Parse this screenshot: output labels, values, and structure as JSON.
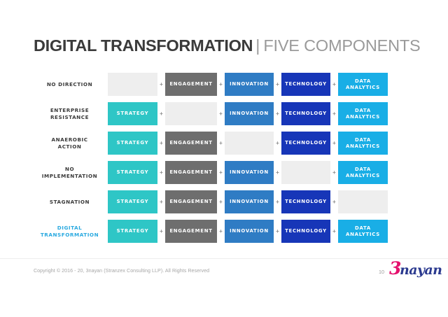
{
  "title": {
    "main": "DIGITAL TRANSFORMATION",
    "separator": "|",
    "sub": "FIVE COMPONENTS"
  },
  "colors": {
    "strategy": "#2ec6c6",
    "engagement": "#6e6e6e",
    "innovation": "#2f7cc4",
    "technology": "#1736b8",
    "data_analytics": "#19aee6",
    "empty": "#eeeeee",
    "title_main": "#3b3b3b",
    "title_sub": "#9a9a9a",
    "highlight_label": "#29a9e0",
    "logo_pink": "#e5106d",
    "logo_blue": "#2b3a8f"
  },
  "components": [
    {
      "key": "strategy",
      "label": "STRATEGY"
    },
    {
      "key": "engagement",
      "label": "ENGAGEMENT"
    },
    {
      "key": "innovation",
      "label": "INNOVATION"
    },
    {
      "key": "technology",
      "label": "TECHNOLOGY"
    },
    {
      "key": "data_analytics",
      "label": "DATA\nANALYTICS"
    }
  ],
  "separator_symbol": "+",
  "rows": [
    {
      "label": "NO DIRECTION",
      "highlight": false,
      "cells": [
        {
          "label": "",
          "present": false,
          "color": "#eeeeee"
        },
        {
          "label": "ENGAGEMENT",
          "present": true,
          "color": "#6e6e6e"
        },
        {
          "label": "INNOVATION",
          "present": true,
          "color": "#2f7cc4"
        },
        {
          "label": "TECHNOLOGY",
          "present": true,
          "color": "#1736b8"
        },
        {
          "label": "DATA ANALYTICS",
          "present": true,
          "color": "#19aee6"
        }
      ]
    },
    {
      "label": "ENTERPRISE RESISTANCE",
      "highlight": false,
      "cells": [
        {
          "label": "STRATEGY",
          "present": true,
          "color": "#2ec6c6"
        },
        {
          "label": "",
          "present": false,
          "color": "#eeeeee"
        },
        {
          "label": "INNOVATION",
          "present": true,
          "color": "#2f7cc4"
        },
        {
          "label": "TECHNOLOGY",
          "present": true,
          "color": "#1736b8"
        },
        {
          "label": "DATA ANALYTICS",
          "present": true,
          "color": "#19aee6"
        }
      ]
    },
    {
      "label": "ANAEROBIC ACTION",
      "highlight": false,
      "cells": [
        {
          "label": "STRATEGY",
          "present": true,
          "color": "#2ec6c6"
        },
        {
          "label": "ENGAGEMENT",
          "present": true,
          "color": "#6e6e6e"
        },
        {
          "label": "",
          "present": false,
          "color": "#eeeeee"
        },
        {
          "label": "TECHNOLOGY",
          "present": true,
          "color": "#1736b8"
        },
        {
          "label": "DATA ANALYTICS",
          "present": true,
          "color": "#19aee6"
        }
      ]
    },
    {
      "label": "NO IMPLEMENTATION",
      "highlight": false,
      "cells": [
        {
          "label": "STRATEGY",
          "present": true,
          "color": "#2ec6c6"
        },
        {
          "label": "ENGAGEMENT",
          "present": true,
          "color": "#6e6e6e"
        },
        {
          "label": "INNOVATION",
          "present": true,
          "color": "#2f7cc4"
        },
        {
          "label": "",
          "present": false,
          "color": "#eeeeee"
        },
        {
          "label": "DATA ANALYTICS",
          "present": true,
          "color": "#19aee6"
        }
      ]
    },
    {
      "label": "STAGNATION",
      "highlight": false,
      "cells": [
        {
          "label": "STRATEGY",
          "present": true,
          "color": "#2ec6c6"
        },
        {
          "label": "ENGAGEMENT",
          "present": true,
          "color": "#6e6e6e"
        },
        {
          "label": "INNOVATION",
          "present": true,
          "color": "#2f7cc4"
        },
        {
          "label": "TECHNOLOGY",
          "present": true,
          "color": "#1736b8"
        },
        {
          "label": "",
          "present": false,
          "color": "#eeeeee"
        }
      ]
    },
    {
      "label": "DIGITAL TRANSFORMATION",
      "highlight": true,
      "cells": [
        {
          "label": "STRATEGY",
          "present": true,
          "color": "#2ec6c6"
        },
        {
          "label": "ENGAGEMENT",
          "present": true,
          "color": "#6e6e6e"
        },
        {
          "label": "INNOVATION",
          "present": true,
          "color": "#2f7cc4"
        },
        {
          "label": "TECHNOLOGY",
          "present": true,
          "color": "#1736b8"
        },
        {
          "label": "DATA ANALYTICS",
          "present": true,
          "color": "#19aee6"
        }
      ]
    }
  ],
  "footer": {
    "copyright": "Copyright © 2016 - 20, 3nayan (Stranzex Consulting LLP). All Rights Reserved",
    "page_number": "10",
    "logo": {
      "digit": "3",
      "word": "nayan"
    }
  }
}
